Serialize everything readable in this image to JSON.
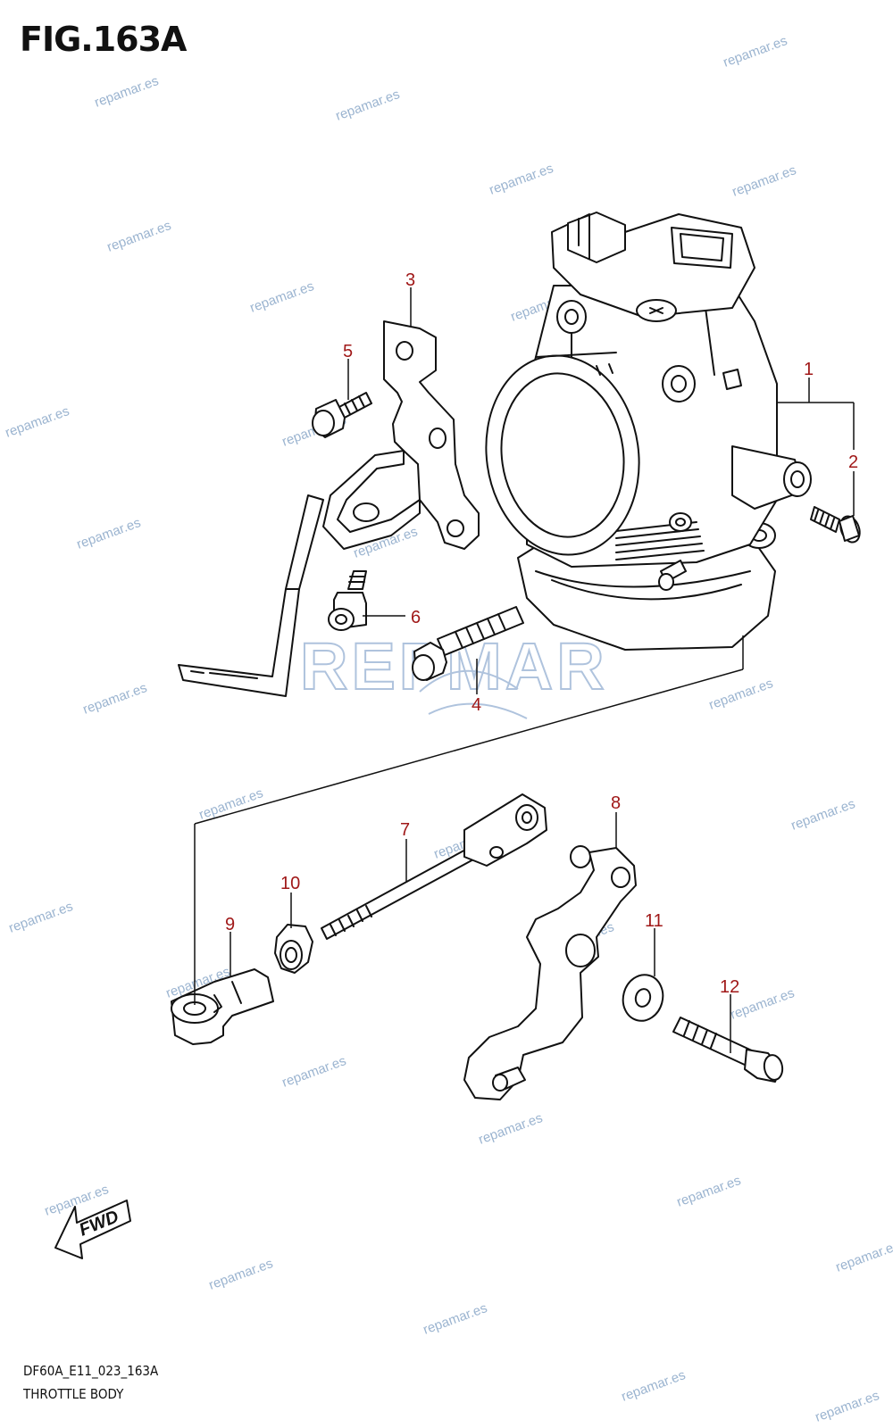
{
  "figure_title": "FIG.163A",
  "footer": {
    "code": "DF60A_E11_023_163A",
    "name": "THROTTLE BODY"
  },
  "watermark": "repamar.es",
  "logo_text": "REPMAR",
  "fwd_label": "FWD",
  "callouts": [
    "1",
    "2",
    "3",
    "4",
    "5",
    "6",
    "7",
    "8",
    "9",
    "10",
    "11",
    "12"
  ],
  "colors": {
    "callout": "#a01818",
    "watermark": "#9bb4d0",
    "line": "#111111"
  }
}
